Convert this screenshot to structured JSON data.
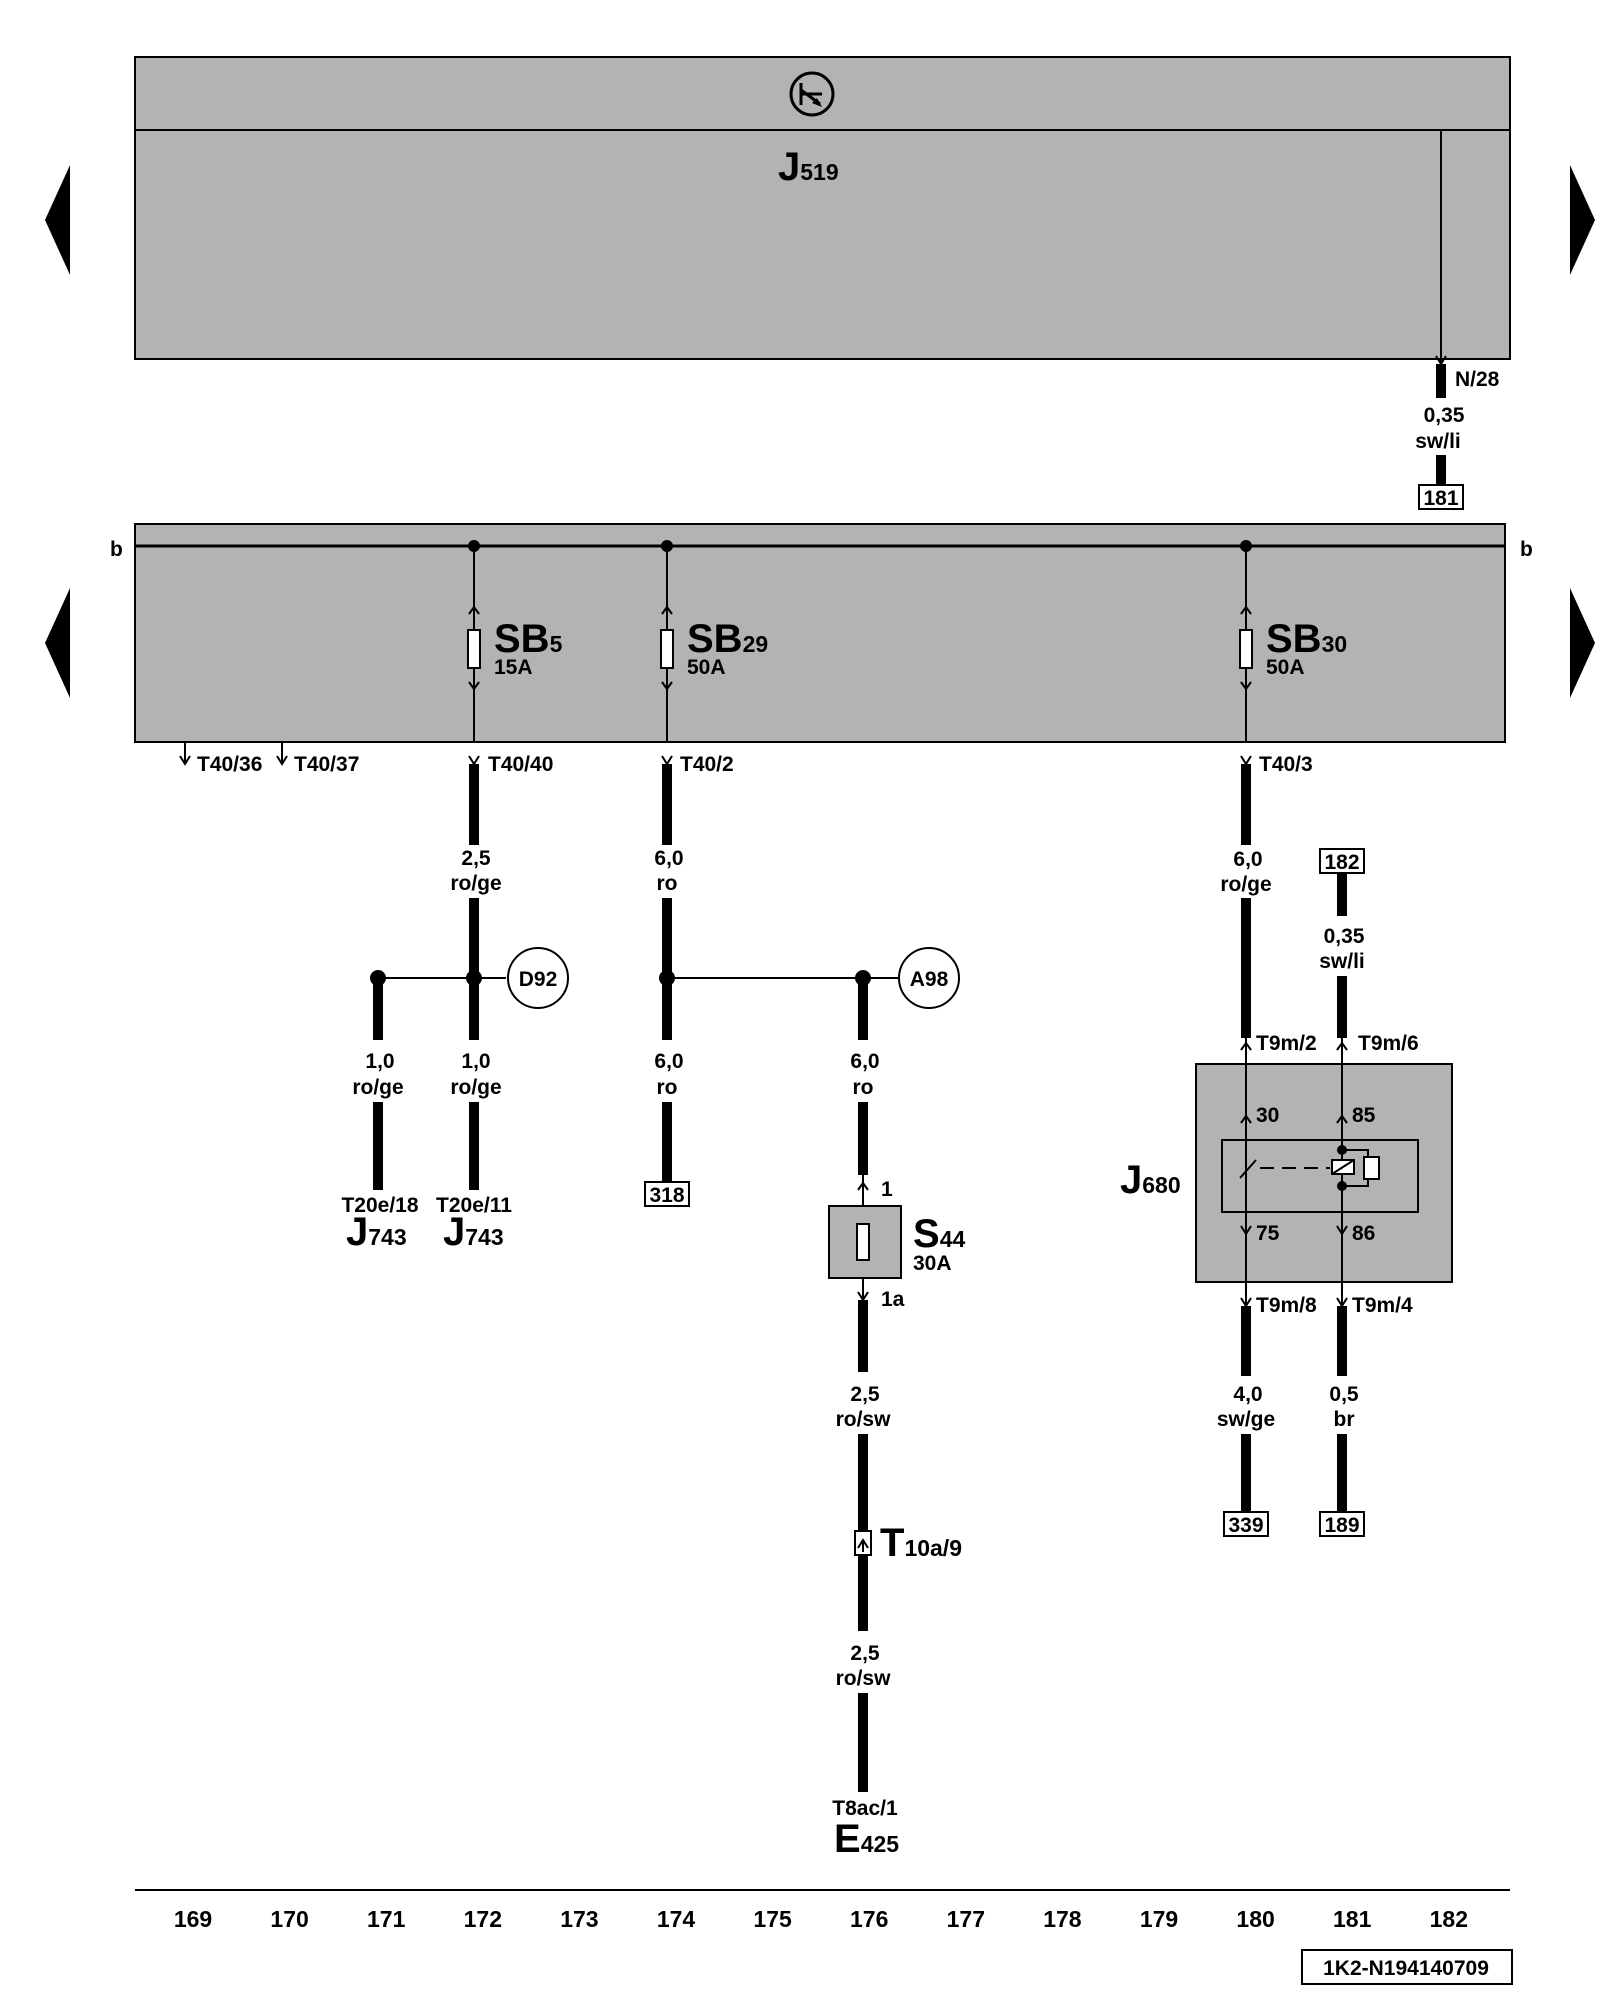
{
  "components": {
    "j519": {
      "letter": "J",
      "num": "519"
    },
    "sb5": {
      "letter": "SB",
      "num": "5",
      "rating": "15A"
    },
    "sb29": {
      "letter": "SB",
      "num": "29",
      "rating": "50A"
    },
    "sb30": {
      "letter": "SB",
      "num": "30",
      "rating": "50A"
    },
    "s44": {
      "letter": "S",
      "num": "44",
      "rating": "30A"
    },
    "j680": {
      "letter": "J",
      "num": "680"
    },
    "j743_a": {
      "letter": "J",
      "num": "743"
    },
    "j743_b": {
      "letter": "J",
      "num": "743"
    },
    "e425": {
      "letter": "E",
      "num": "425"
    },
    "t10a9": {
      "letter": "T",
      "num": "10a/9"
    }
  },
  "pins": {
    "n28": "N/28",
    "t40_36": "T40/36",
    "t40_37": "T40/37",
    "t40_40": "T40/40",
    "t40_2": "T40/2",
    "t40_3": "T40/3",
    "t9m_2": "T9m/2",
    "t9m_6": "T9m/6",
    "t9m_8": "T9m/8",
    "t9m_4": "T9m/4",
    "relay_30": "30",
    "relay_85": "85",
    "relay_75": "75",
    "relay_86": "86",
    "s44_1": "1",
    "s44_1a": "1a",
    "t20e_18": "T20e/18",
    "t20e_11": "T20e/11",
    "t8ac_1": "T8ac/1"
  },
  "wires": {
    "n28": {
      "size": "0,35",
      "color": "sw/li"
    },
    "sb5_out": {
      "size": "2,5",
      "color": "ro/ge"
    },
    "sb29_out": {
      "size": "6,0",
      "color": "ro"
    },
    "sb30_out": {
      "size": "6,0",
      "color": "ro/ge"
    },
    "ref182": {
      "size": "0,35",
      "color": "sw/li"
    },
    "j743_18": {
      "size": "1,0",
      "color": "ro/ge"
    },
    "j743_11": {
      "size": "1,0",
      "color": "ro/ge"
    },
    "ref318": {
      "size": "6,0",
      "color": "ro"
    },
    "s44_in": {
      "size": "6,0",
      "color": "ro"
    },
    "s44_out": {
      "size": "2,5",
      "color": "ro/sw"
    },
    "e425": {
      "size": "2,5",
      "color": "ro/sw"
    },
    "ref339": {
      "size": "4,0",
      "color": "sw/ge"
    },
    "ref189": {
      "size": "0,5",
      "color": "br"
    }
  },
  "refs": {
    "r181": "181",
    "r182": "182",
    "r318": "318",
    "r339": "339",
    "r189": "189"
  },
  "nodes": {
    "d92": "D92",
    "a98": "A98"
  },
  "bus": {
    "left": "b",
    "right": "b"
  },
  "columns": [
    "169",
    "170",
    "171",
    "172",
    "173",
    "174",
    "175",
    "176",
    "177",
    "178",
    "179",
    "180",
    "181",
    "182"
  ],
  "doc_id": "1K2-N194140709"
}
